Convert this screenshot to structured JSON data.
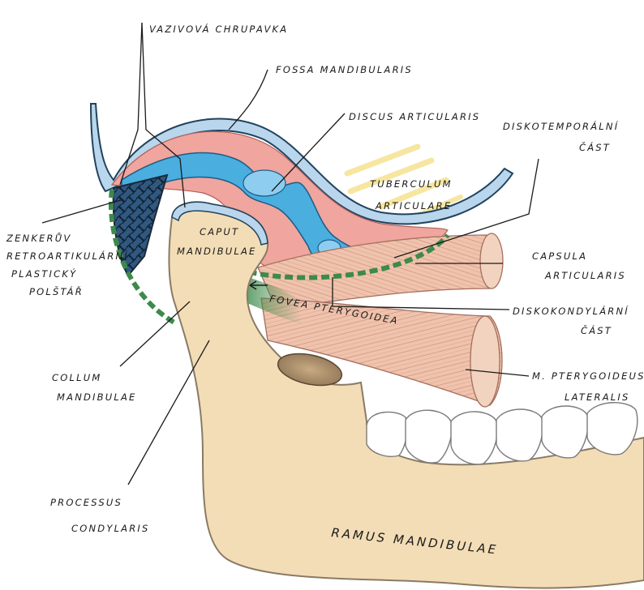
{
  "labels": {
    "vazivova": "VAZIVOVÁ CHRUPAVKA",
    "fossa": "FOSSA MANDIBULARIS",
    "discus": "DISCUS ARTICULARIS",
    "diskotemp_1": "DISKOTEMPORÁLNÍ",
    "diskotemp_2": "ČÁST",
    "tuberculum_1": "TUBERCULUM",
    "tuberculum_2": "ARTICULARE",
    "zenker_1": "ZENKERŮV",
    "zenker_2": "RETROARTIKULÁRNÍ",
    "zenker_3": "PLASTICKÝ",
    "zenker_4": "POLŠTÁŘ",
    "caput_1": "CAPUT",
    "caput_2": "MANDIBULAE",
    "capsula_1": "CAPSULA",
    "capsula_2": "ARTICULARIS",
    "fovea": "FOVEA PTERYGOIDEA",
    "diskokond_1": "DISKOKONDYLÁRNÍ",
    "diskokond_2": "ČÁST",
    "collum_1": "COLLUM",
    "collum_2": "MANDIBULAE",
    "pterygoideus_1": "M. PTERYGOIDEUS",
    "pterygoideus_2": "LATERALIS",
    "processus_1": "PROCESSUS",
    "processus_2": "CONDYLARIS",
    "ramus": "RAMUS MANDIBULAE"
  },
  "colors": {
    "bone": "#f3ddb6",
    "bone_outline": "#8a7a66",
    "cartilage_blue": "#4aaedf",
    "bone_shell": "#b9d6ec",
    "joint_pink": "#f0a59e",
    "muscle": "#eec0a8",
    "muscle_end": "#f2d3bf",
    "capsule_green": "#3d8a4a",
    "tuberculum_yellow": "#f6e6a0",
    "teeth": "#ffffff"
  },
  "icons": {
    "fovea_arrow": "arrow-left-icon"
  }
}
